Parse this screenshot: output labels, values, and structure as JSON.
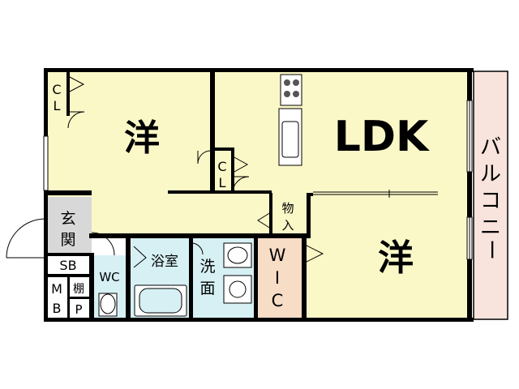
{
  "colors": {
    "room_yellow": "#fbf8c8",
    "wet_blue": "#d6f0f4",
    "wic_pink": "#f7dcc6",
    "balcony": "#f8e4dc",
    "wall": "#000000"
  },
  "rooms": {
    "western_top": "洋",
    "ldk": "LDK",
    "western_bottom": "洋",
    "closet_left": [
      "C",
      "L"
    ],
    "closet_center": [
      "C",
      "L"
    ],
    "entrance": [
      "玄",
      "関"
    ],
    "storage": [
      "物",
      "入"
    ],
    "shoe_box": "SB",
    "meter_box": [
      "M",
      "B"
    ],
    "shelf": "棚",
    "pipe_space": "P",
    "toilet": "WC",
    "bathroom": "浴室",
    "washroom": [
      "洗",
      "面"
    ],
    "walk_in_closet": [
      "W",
      "I",
      "C"
    ],
    "balcony": [
      "バ",
      "ル",
      "コ",
      "ニ",
      "ー"
    ]
  }
}
